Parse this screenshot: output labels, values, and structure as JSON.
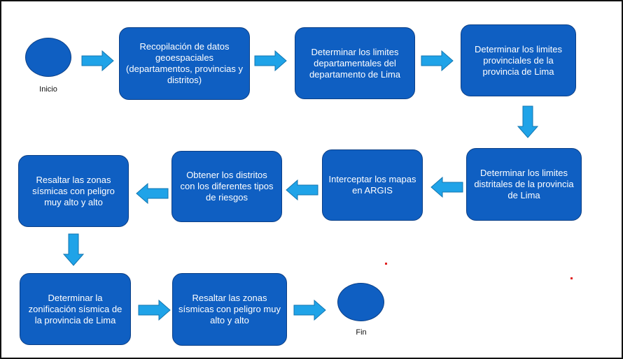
{
  "start_label": "Inicio",
  "end_label": "Fin",
  "steps": {
    "s1": "Recopilación de datos geoespaciales (departamentos, provincias y distritos)",
    "s2": "Determinar los limites departamentales del departamento de Lima",
    "s3": "Determinar los limites provinciales de la provincia de Lima",
    "s4": "Determinar los limites distritales de la provincia de Lima",
    "s5": "Interceptar los mapas en ARGIS",
    "s6": "Obtener los distritos con los diferentes tipos de riesgos",
    "s7": "Resaltar las zonas sísmicas con peligro muy alto y alto",
    "s8": "Determinar la zonificación sísmica de la provincia de Lima",
    "s9": "Resaltar las zonas sísmicas con peligro muy alto y alto"
  },
  "colors": {
    "node_fill": "#0f5fc2",
    "node_border": "#0b3f86",
    "arrow_fill": "#1fa3e8",
    "arrow_border": "#1276b0"
  }
}
